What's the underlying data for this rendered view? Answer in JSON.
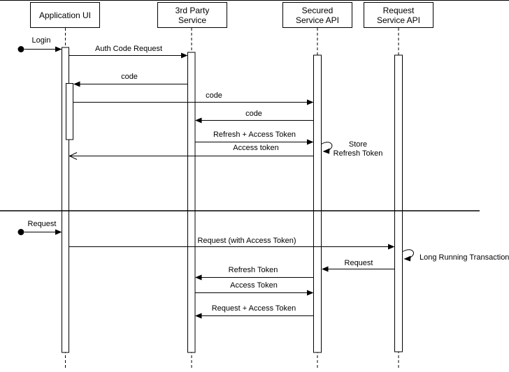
{
  "diagram_type": "uml-sequence-diagram",
  "colors": {
    "line": "#000000",
    "fill": "#ffffff",
    "text": "#000000"
  },
  "actors": {
    "application_ui": {
      "label": "Application UI"
    },
    "third_party_service": {
      "label": "3rd Party\nService"
    },
    "secured_service_api": {
      "label": "Secured\nService API"
    },
    "request_service_api": {
      "label": "Request\nService API"
    }
  },
  "messages": {
    "login": {
      "label": "Login",
      "from": "start-node",
      "to": "application_ui",
      "arrow": "filled"
    },
    "auth_code_request": {
      "label": "Auth Code Request",
      "from": "application_ui",
      "to": "third_party_service",
      "arrow": "filled"
    },
    "code_to_app": {
      "label": "code",
      "from": "third_party_service",
      "to": "application_ui",
      "arrow": "filled"
    },
    "code_to_secured": {
      "label": "code",
      "from": "application_ui",
      "to": "secured_service_api",
      "arrow": "filled"
    },
    "code_to_third_party": {
      "label": "code",
      "from": "secured_service_api",
      "to": "third_party_service",
      "arrow": "filled"
    },
    "refresh_plus_access_token": {
      "label": "Refresh + Access Token",
      "from": "third_party_service",
      "to": "secured_service_api",
      "arrow": "filled"
    },
    "access_token_reply": {
      "label": "Access token",
      "from": "secured_service_api",
      "to": "application_ui",
      "arrow": "open"
    },
    "store_refresh_token": {
      "label": "Store\nRefresh Token",
      "from": "secured_service_api",
      "to": "secured_service_api",
      "arrow": "self-loop"
    },
    "request_start": {
      "label": "Request",
      "from": "start-node",
      "to": "application_ui",
      "arrow": "filled"
    },
    "request_with_access_token": {
      "label": "Request (with Access Token)",
      "from": "application_ui",
      "to": "request_service_api",
      "arrow": "filled"
    },
    "long_running_transaction": {
      "label": "Long Running Transaction",
      "from": "request_service_api",
      "to": "request_service_api",
      "arrow": "self-loop"
    },
    "request_to_secured": {
      "label": "Request",
      "from": "request_service_api",
      "to": "secured_service_api",
      "arrow": "filled"
    },
    "refresh_token": {
      "label": "Refresh Token",
      "from": "secured_service_api",
      "to": "third_party_service",
      "arrow": "filled"
    },
    "access_token": {
      "label": "Access Token",
      "from": "third_party_service",
      "to": "secured_service_api",
      "arrow": "filled"
    },
    "request_plus_access_token": {
      "label": "Request + Access Token",
      "from": "secured_service_api",
      "to": "third_party_service",
      "arrow": "filled"
    }
  }
}
